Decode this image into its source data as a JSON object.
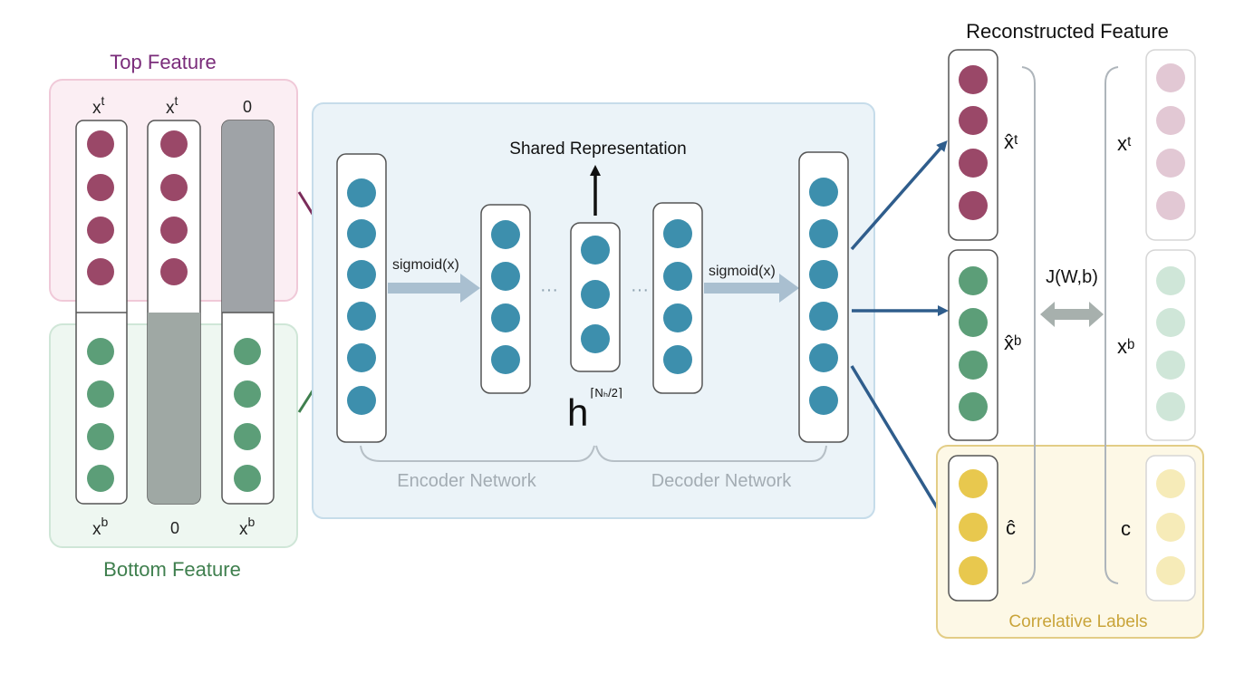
{
  "input": {
    "top_title": "Top Feature",
    "bottom_title": "Bottom Feature",
    "col1_top": "x",
    "col1_top_sup": "t",
    "col1_bottom": "x",
    "col1_bottom_sup": "b",
    "col2_top": "x",
    "col2_top_sup": "t",
    "col2_bottom": "0",
    "col3_top": "0",
    "col3_bottom": "x",
    "col3_bottom_sup": "b"
  },
  "network": {
    "shared_representation": "Shared Representation",
    "sigmoid_left": "sigmoid(x)",
    "sigmoid_right": "sigmoid(x)",
    "dots_left": "···",
    "dots_right": "···",
    "hidden_base": "h",
    "hidden_sup": "⌈Nₕ/2⌉",
    "encoder_label": "Encoder Network",
    "decoder_label": "Decoder Network"
  },
  "output": {
    "title": "Reconstructed Feature",
    "xt_hat": "x̂ᵗ",
    "xb_hat": "x̂ᵇ",
    "c_hat": "ĉ",
    "xt": "xᵗ",
    "xb": "xᵇ",
    "c": "c",
    "loss": "J(W,b)",
    "correlative_labels": "Correlative Labels"
  },
  "colors": {
    "top": "#9a4868",
    "bottom": "#5c9e78",
    "hidden": "#3d8fad",
    "label": "#e8c84e",
    "arrow_blue": "#2f5d8c",
    "arrow_light": "#a9bfd0"
  }
}
